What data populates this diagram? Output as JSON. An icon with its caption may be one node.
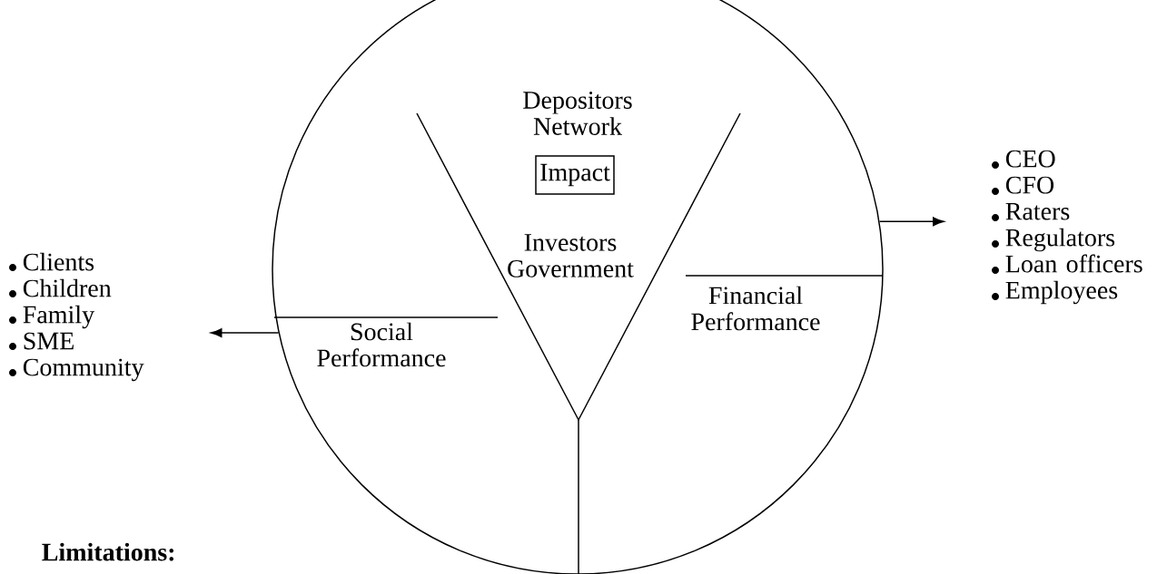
{
  "diagram": {
    "nodes": [
      {
        "text": [
          "Depositors Network",
          "Investors Government"
        ]
      },
      {
        "text": [
          "Impact"
        ],
        "in": 0
      },
      {
        "text": [
          "Social Performance"
        ],
        "in": 0
      },
      {
        "text": [
          "Financial Performance"
        ],
        "in": 0
      },
      {
        "text": [
          "Clients",
          "Children",
          "Family",
          "SME",
          "Community"
        ]
      },
      {
        "text": [
          "CEO",
          "CFO",
          "Raters",
          "Regulators",
          "Loan officers",
          "Employees"
        ]
      }
    ],
    "edges": [
      {
        "from": 0,
        "to": 4,
        "arrow": "to"
      },
      {
        "from": 0,
        "to": 5,
        "arrow": "to"
      }
    ],
    "labels": [
      "Limitations:"
    ]
  }
}
